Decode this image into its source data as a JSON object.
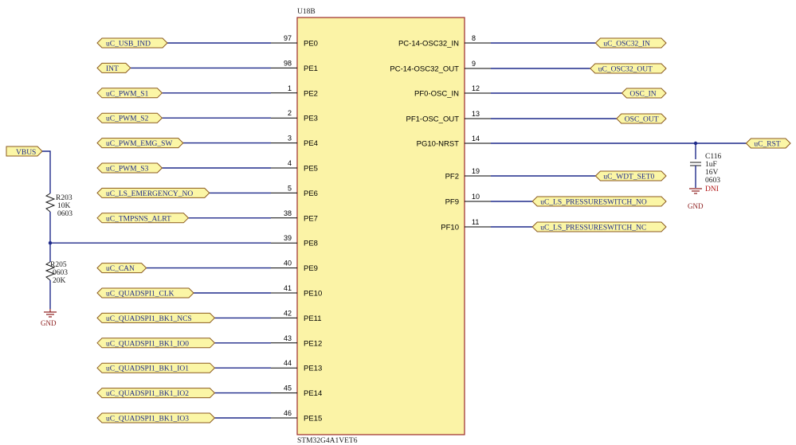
{
  "chip": {
    "designator": "U18B",
    "part_number": "STM32G4A1VET6",
    "left_pins": [
      {
        "num": "97",
        "name": "PE0",
        "net": "uC_USB_IND"
      },
      {
        "num": "98",
        "name": "PE1",
        "net": "INT"
      },
      {
        "num": "1",
        "name": "PE2",
        "net": "uC_PWM_S1"
      },
      {
        "num": "2",
        "name": "PE3",
        "net": "uC_PWM_S2"
      },
      {
        "num": "3",
        "name": "PE4",
        "net": "uC_PWM_EMG_SW"
      },
      {
        "num": "4",
        "name": "PE5",
        "net": "uC_PWM_S3"
      },
      {
        "num": "5",
        "name": "PE6",
        "net": "uC_LS_EMERGENCY_NO"
      },
      {
        "num": "38",
        "name": "PE7",
        "net": "uC_TMPSNS_ALRT"
      },
      {
        "num": "39",
        "name": "PE8",
        "net": ""
      },
      {
        "num": "40",
        "name": "PE9",
        "net": "uC_CAN"
      },
      {
        "num": "41",
        "name": "PE10",
        "net": "uC_QUADSPI1_CLK"
      },
      {
        "num": "42",
        "name": "PE11",
        "net": "uC_QUADSPI1_BK1_NCS"
      },
      {
        "num": "43",
        "name": "PE12",
        "net": "uC_QUADSPI1_BK1_IO0"
      },
      {
        "num": "44",
        "name": "PE13",
        "net": "uC_QUADSPI1_BK1_IO1"
      },
      {
        "num": "45",
        "name": "PE14",
        "net": "uC_QUADSPI1_BK1_IO2"
      },
      {
        "num": "46",
        "name": "PE15",
        "net": "uC_QUADSPI1_BK1_IO3"
      }
    ],
    "right_pins": [
      {
        "num": "8",
        "name": "PC-14-OSC32_IN",
        "net": "uC_OSC32_IN"
      },
      {
        "num": "9",
        "name": "PC-14-OSC32_OUT",
        "net": "uC_OSC32_OUT"
      },
      {
        "num": "12",
        "name": "PF0-OSC_IN",
        "net": "OSC_IN"
      },
      {
        "num": "13",
        "name": "PF1-OSC_OUT",
        "net": "OSC_OUT"
      },
      {
        "num": "14",
        "name": "PG10-NRST",
        "net": "uC_RST"
      },
      {
        "num": "19",
        "name": "PF2",
        "net": "uC_WDT_SET0"
      },
      {
        "num": "10",
        "name": "PF9",
        "net": "uC_LS_PRESSURESWITCH_NO"
      },
      {
        "num": "11",
        "name": "PF10",
        "net": "uC_LS_PRESSURESWITCH_NC"
      }
    ]
  },
  "vbus_label": "VBUS",
  "r203": {
    "ref": "R203",
    "value": "10K",
    "package": "0603"
  },
  "r205": {
    "ref": "R205",
    "package": "0603",
    "value": "20K"
  },
  "c116": {
    "ref": "C116",
    "value": "1uF",
    "voltage": "16V",
    "package": "0603",
    "note": "DNI"
  },
  "gnd_label": "GND",
  "colors": {
    "wire": "#1f2a8a",
    "chip_fill": "#fbf3a6",
    "chip_border": "#9b2a2a",
    "port_fill": "#fbf6a6",
    "port_border": "#8b5a1f",
    "dni": "#b01010"
  }
}
